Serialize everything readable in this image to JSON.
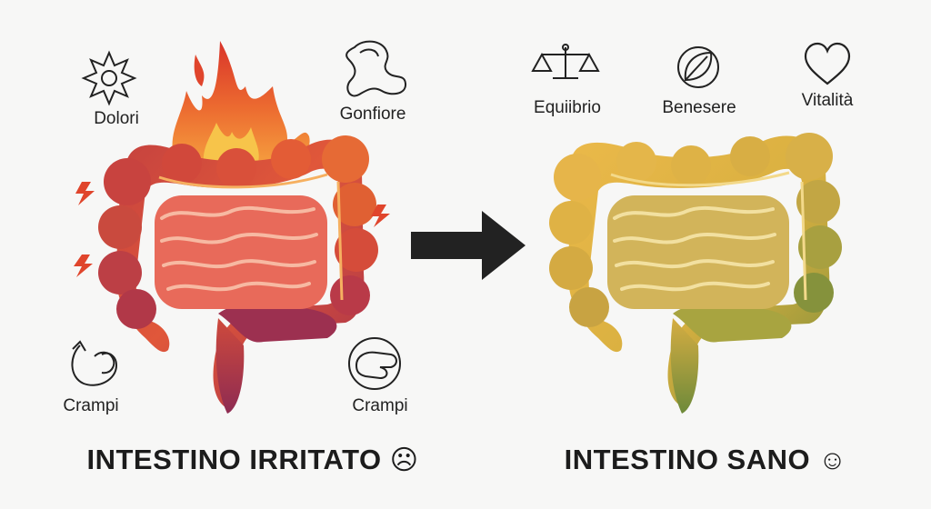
{
  "left": {
    "title": "INTESTINO IRRITATO",
    "face": "☹",
    "symptoms": {
      "dolori": "Dolori",
      "gonfiore": "Gonfiore",
      "crampi_left": "Crampi",
      "crampi_right": "Crampi"
    }
  },
  "right": {
    "title": "INTESTINO SANO",
    "face": "☺",
    "benefits": {
      "equilibrio": "Equiibrio",
      "benessere": "Benesere",
      "vitalita": "Vitalità"
    }
  },
  "colors": {
    "irritated_dark": "#a8324a",
    "irritated_mid": "#d9503a",
    "irritated_light": "#f08a3a",
    "healthy_gold": "#e5b84a",
    "healthy_olive": "#9aa540",
    "healthy_green": "#6f8a3a",
    "arrow": "#222222"
  }
}
